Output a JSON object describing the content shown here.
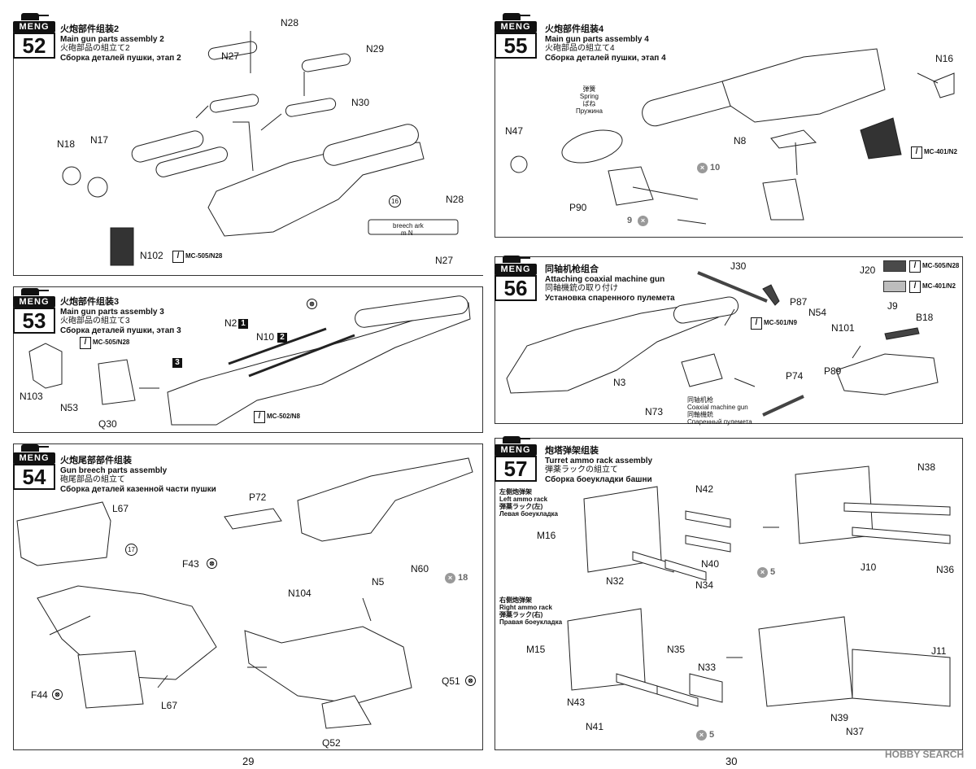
{
  "brand": "MENG",
  "step52": {
    "num": "52",
    "cn": "火炮部件组装2",
    "en": "Main gun parts assembly 2",
    "jp": "火砲部品の組立て2",
    "ru": "Сборка деталей пушки, этап 2",
    "labels": [
      "N28",
      "N27",
      "N29",
      "N30",
      "N18",
      "N17",
      "N102",
      "N28",
      "N27"
    ],
    "paint": "MC-505/N28",
    "callout_num": "16",
    "callout_text1": "breech ark",
    "callout_text2": "m N"
  },
  "step53": {
    "num": "53",
    "cn": "火炮部件组装3",
    "en": "Main gun parts assembly 3",
    "jp": "火砲部品の組立て3",
    "ru": "Сборка деталей пушки, этап 3",
    "labels": [
      "N2",
      "N10",
      "N103",
      "N53",
      "Q30"
    ],
    "substeps": [
      "1",
      "2",
      "3"
    ],
    "paint1": "MC-505/N28",
    "paint2": "MC-502/N8"
  },
  "step54": {
    "num": "54",
    "cn": "火炮尾部部件组装",
    "en": "Gun breech parts assembly",
    "jp": "砲尾部品の組立て",
    "ru": "Сборка деталей казенной части пушки",
    "labels": [
      "L67",
      "P72",
      "N60",
      "N5",
      "F43",
      "F44",
      "L67",
      "N104",
      "Q51",
      "Q52"
    ],
    "count": "18",
    "callout_num": "17"
  },
  "step55": {
    "num": "55",
    "cn": "火炮部件组装4",
    "en": "Main gun parts assembly 4",
    "jp": "火砲部品の組立て4",
    "ru": "Сборка деталей пушки, этап 4",
    "labels": [
      "N16",
      "N47",
      "N8",
      "P90"
    ],
    "spring_cn": "弹簧",
    "spring_en": "Spring",
    "spring_jp": "ばね",
    "spring_ru": "Пружина",
    "count10": "10",
    "count9": "9",
    "paint": "MC-401/N2"
  },
  "step56": {
    "num": "56",
    "cn": "同轴机枪组合",
    "en": "Attaching coaxial machine gun",
    "jp": "同軸機銃の取り付け",
    "ru": "Установка спаренного пулемета",
    "labels": [
      "J30",
      "J20",
      "P87",
      "N54",
      "N101",
      "J9",
      "B18",
      "N3",
      "N73",
      "P74",
      "P89"
    ],
    "paint1": "MC-501/N9",
    "legend1": "MC-505/N28",
    "legend2": "MC-401/N2",
    "mg_cn": "同轴机枪",
    "mg_en": "Coaxial machine gun",
    "mg_jp": "同軸機銃",
    "mg_ru": "Спаренный пулемета",
    "legend1_color": "#4a4a4a",
    "legend2_color": "#bdbdbd"
  },
  "step57": {
    "num": "57",
    "cn": "炮塔弹架组装",
    "en": "Turret ammo rack assembly",
    "jp": "弾薬ラックの組立て",
    "ru": "Сборка боеукладки башни",
    "left_cn": "左侧炮弹架",
    "left_en": "Left ammo rack",
    "left_jp": "弾薬ラック(左)",
    "left_ru": "Левая боеукладка",
    "right_cn": "右侧炮弹架",
    "right_en": "Right ammo rack",
    "right_jp": "弾薬ラック(右)",
    "right_ru": "Правая боеукладка",
    "labels_left": [
      "N42",
      "N38",
      "M16",
      "N40",
      "N32",
      "N34",
      "J10",
      "N36"
    ],
    "labels_right": [
      "M15",
      "N35",
      "N33",
      "J11",
      "N43",
      "N41",
      "N39",
      "N37"
    ],
    "count_left": "5",
    "count_right": "5"
  },
  "footer": {
    "page_left": "29",
    "page_right": "30",
    "watermark": "HOBBY SEARCH"
  }
}
